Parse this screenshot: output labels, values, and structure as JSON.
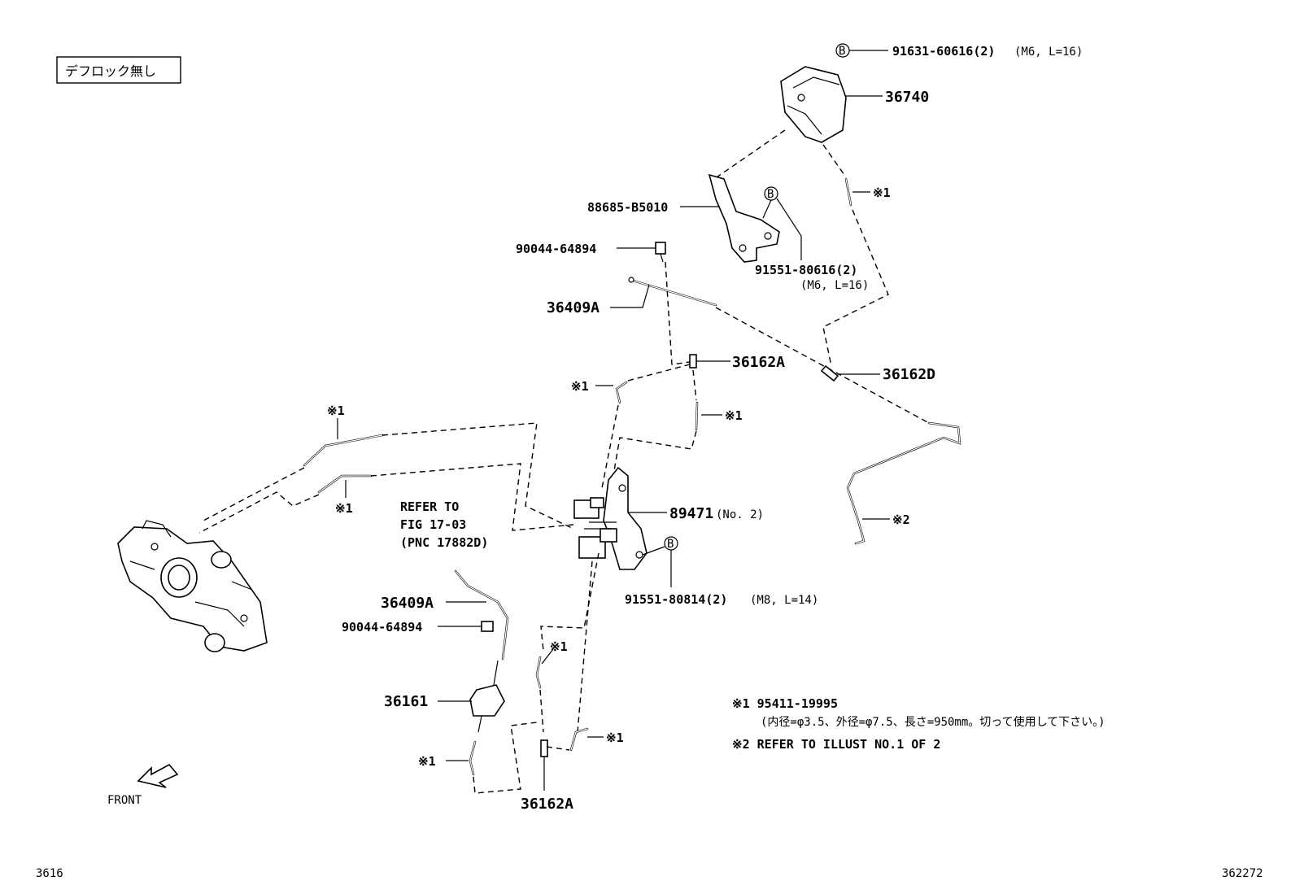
{
  "header": {
    "condition_label": "デフロック無し"
  },
  "parts": {
    "p91631": "91631-60616(2)",
    "p91631_spec": "(M6, L=16)",
    "p36740": "36740",
    "p88685": "88685-B5010",
    "p90044_top": "90044-64894",
    "p91551_top": "91551-80616(2)",
    "p91551_top_spec": "(M6, L=16)",
    "p36409A_top": "36409A",
    "p36162A_top": "36162A",
    "p36162D": "36162D",
    "p89471": "89471",
    "p89471_spec": "(No. 2)",
    "p91551_bottom": "91551-80814(2)",
    "p91551_bottom_spec": "(M8, L=14)",
    "p36409A_bottom": "36409A",
    "p90044_bottom": "90044-64894",
    "p36161": "36161",
    "p36162A_bottom": "36162A"
  },
  "refs": {
    "mark1": "※1",
    "mark2": "※2",
    "bolt_marker": "B"
  },
  "refer": {
    "line1": "REFER TO",
    "line2": "FIG 17-03",
    "line3": "(PNC 17882D)"
  },
  "notes": {
    "note1_label": "※1 95411-19995",
    "note1_detail": "(内径=φ3.5、外径=φ7.5、長さ=950mm。切って使用して下さい。)",
    "note2": "※2 REFER TO ILLUST NO.1 OF 2"
  },
  "front_label": "FRONT",
  "footer": {
    "left_code": "3616",
    "right_code": "362272"
  }
}
